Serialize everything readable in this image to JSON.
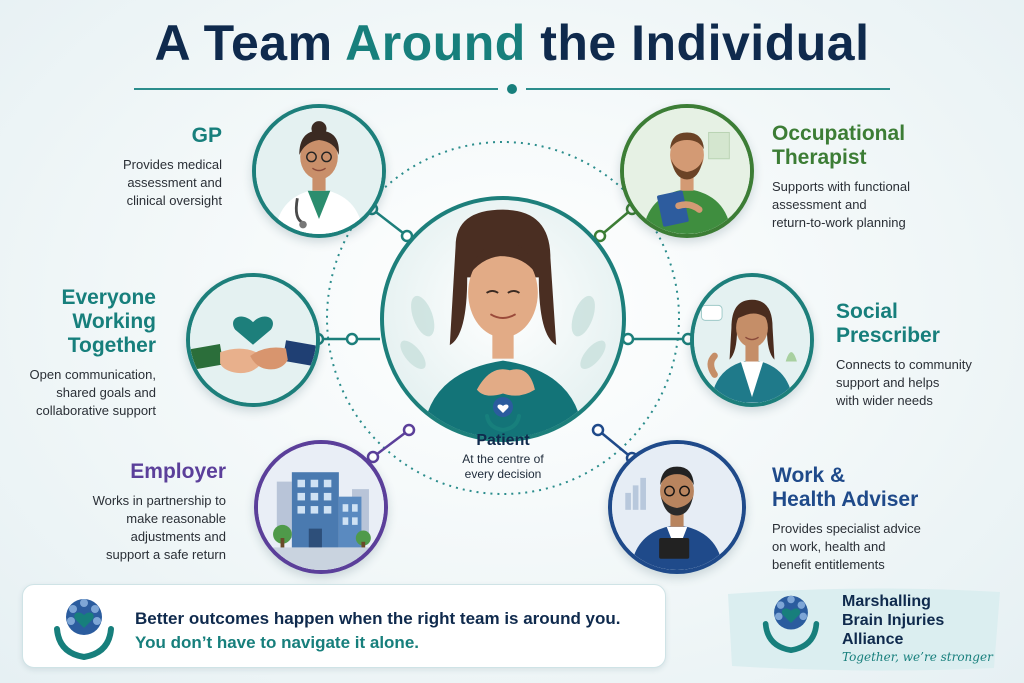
{
  "title": {
    "part1": "A Team ",
    "part2": "Around",
    "part3": " the Individual"
  },
  "patient": {
    "name": "Patient",
    "subtitle_line1": "At the centre of",
    "subtitle_line2": "every decision"
  },
  "roles": {
    "gp": {
      "heading": "GP",
      "desc": [
        "Provides medical",
        "assessment and",
        "clinical oversight"
      ],
      "color": "#177f7c"
    },
    "everyone": {
      "heading": [
        "Everyone",
        "Working",
        "Together"
      ],
      "desc": [
        "Open communication,",
        "shared goals and",
        "collaborative support"
      ],
      "color": "#177f7c"
    },
    "employer": {
      "heading": "Employer",
      "desc": [
        "Works in partnership to",
        "make reasonable",
        "adjustments and",
        "support a safe return"
      ],
      "color": "#5b3f9a"
    },
    "ot": {
      "heading": [
        "Occupational",
        "Therapist"
      ],
      "desc": [
        "Supports with functional",
        "assessment and",
        "return-to-work planning"
      ],
      "color": "#3c7d35"
    },
    "social": {
      "heading": [
        "Social",
        "Prescriber"
      ],
      "desc": [
        "Connects to community",
        "support and helps",
        "with wider needs"
      ],
      "color": "#177f7c"
    },
    "work": {
      "heading": [
        "Work &",
        "Health Adviser"
      ],
      "desc": [
        "Provides specialist advice",
        "on work, health and",
        "benefit entitlements"
      ],
      "color": "#1f4a8a"
    }
  },
  "banner": {
    "line1": "Better outcomes happen when the right team is around you.",
    "line2": "You don’t have to navigate it alone."
  },
  "organisation": {
    "name_line1": "Marshalling",
    "name_line2": "Brain Injuries",
    "name_line3": "Alliance",
    "tagline": "Together, we’re stronger"
  },
  "icons": {
    "patient_emblem": "brain-heart-hands-icon",
    "banner_emblem": "brain-heart-hands-icon",
    "org_logo": "brain-heart-hands-icon"
  },
  "colors": {
    "navy": "#0f2a4d",
    "teal": "#177f7c",
    "green": "#3c7d35",
    "purple": "#5b3f9a",
    "blue": "#1f4a8a"
  }
}
